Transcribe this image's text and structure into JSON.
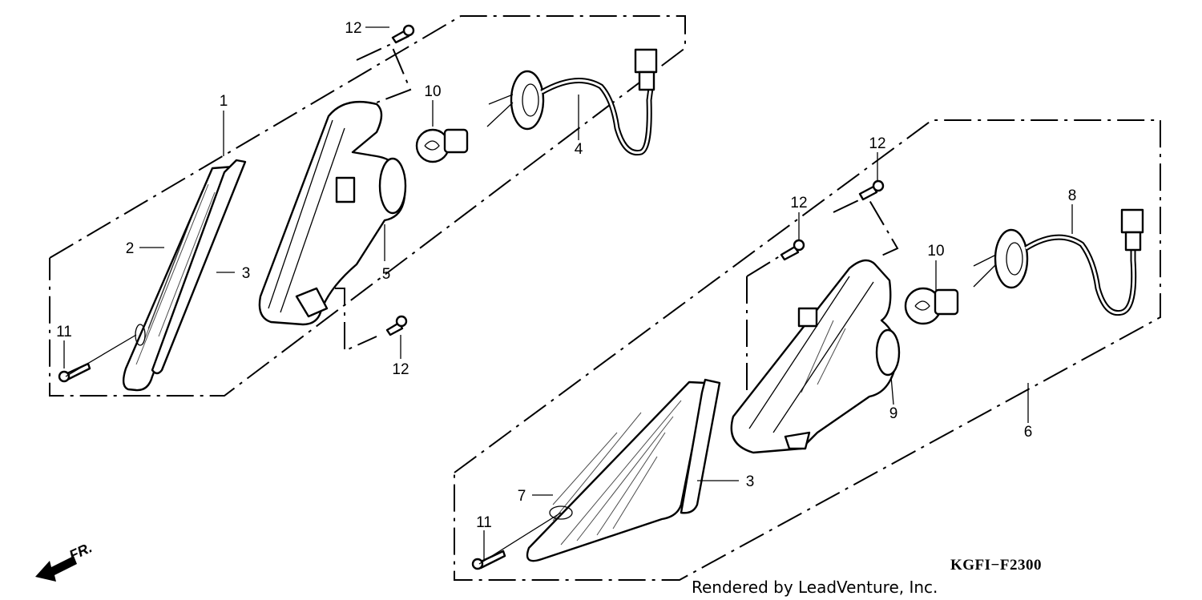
{
  "diagram": {
    "diagram_code": "KGFI−F2300",
    "credit": "Rendered by LeadVenture, Inc.",
    "direction_label": "FR.",
    "callouts": {
      "c1": "1",
      "c2": "2",
      "c3_left": "3",
      "c3_right": "3",
      "c4": "4",
      "c5": "5",
      "c6": "6",
      "c7": "7",
      "c8": "8",
      "c9": "9",
      "c10_left": "10",
      "c10_right": "10",
      "c11_left": "11",
      "c11_right": "11",
      "c12_top": "12",
      "c12_left_bottom": "12",
      "c12_right_a": "12",
      "c12_right_b": "12"
    }
  }
}
